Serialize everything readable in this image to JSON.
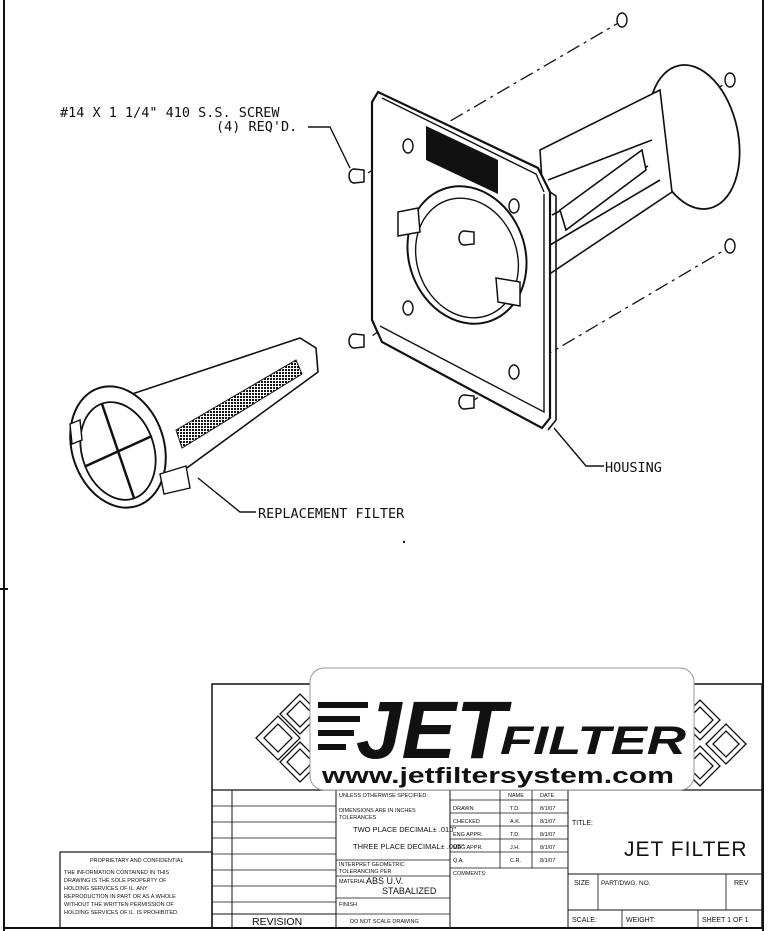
{
  "callouts": {
    "screw_line1": "#14 X 1 1/4\" 410 S.S. SCREW",
    "screw_line2": "(4) REQ'D.",
    "housing": "HOUSING",
    "replacement_filter": "REPLACEMENT FILTER"
  },
  "logo": {
    "brand_main": "JET",
    "brand_sub": "FILTER",
    "website": "www.jetfiltersystem.com",
    "plate_text": "JET FILTER"
  },
  "title_block": {
    "unless_specified": "UNLESS OTHERWISE SPECIFIED:",
    "dims_inches": "DIMENSIONS ARE IN INCHES",
    "tolerances": "TOLERANCES",
    "two_place": "TWO PLACE DECIMAL± .010\"",
    "three_place": "THREE PLACE DECIMAL± .005\"",
    "interpret": "INTERPRET GEOMETRIC",
    "tolerancing": "TOLERANCING PER",
    "material_label": "MATERIAL:",
    "material_line1": "ABS U.V.",
    "material_line2": "STABALIZED",
    "finish_label": "FINISH",
    "no_scale": "DO NOT SCALE DRAWING",
    "revision": "REVISION",
    "col_name": "NAME",
    "col_date": "DATE",
    "rows": [
      {
        "role": "DRAWN",
        "name": "T.D.",
        "date": "8/1/07"
      },
      {
        "role": "CHECKED",
        "name": "A.K.",
        "date": "8/1/07"
      },
      {
        "role": "ENG APPR.",
        "name": "T.D.",
        "date": "8/1/07"
      },
      {
        "role": "MFG APPR.",
        "name": "J.H.",
        "date": "8/1/07"
      },
      {
        "role": "Q.A.",
        "name": "C.R.",
        "date": "8/1/07"
      }
    ],
    "comments": "COMMENTS:",
    "title_label": "TITLE:",
    "title": "JET FILTER",
    "size_label": "SIZE",
    "part_label": "PART/DWG. NO.",
    "rev_label": "REV",
    "scale_label": "SCALE:",
    "weight_label": "WEIGHT:",
    "sheet": "SHEET 1 OF 1",
    "proprietary_title": "PROPRIETARY AND CONFIDENTIAL",
    "proprietary_lines": [
      "THE INFORMATION CONTAINED IN THIS",
      "DRAWING IS THE SOLE PROPERTY OF",
      "HOLDING SERVICES OF IL.  ANY",
      "REPRODUCTION IN PART OR AS A WHOLE",
      "WITHOUT THE WRITTEN PERMISSION OF",
      "HOLDING SERVICES OF IL. IS PROHIBITED."
    ]
  }
}
